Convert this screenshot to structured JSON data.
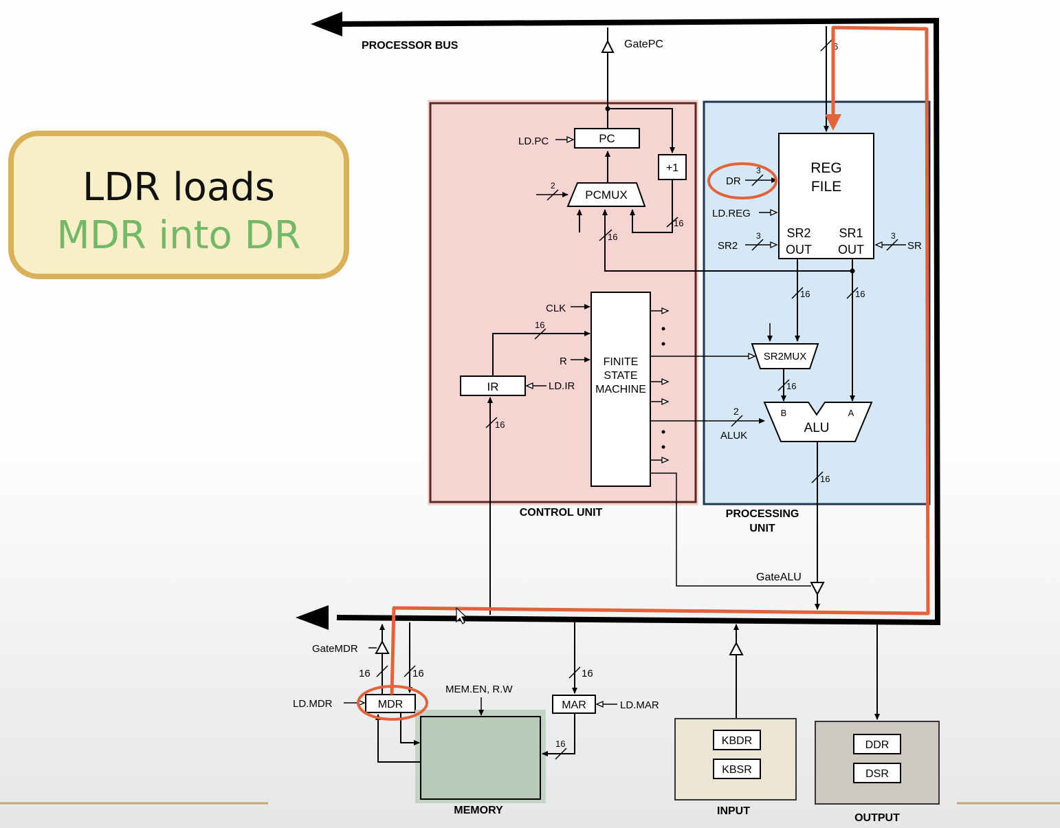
{
  "callout": {
    "line1": "LDR loads",
    "line2": "MDR into DR"
  },
  "colors": {
    "callout_border": "#d8b15a",
    "callout_fill": "#f8efc8",
    "callout_accent": "#74b867",
    "highlight": "#e2623c",
    "control_unit_fill": "#f6d4d2",
    "processing_unit_fill": "#d6e8f6",
    "memory_fill": "#b7cbb9",
    "input_fill": "#eae6d3",
    "output_fill": "#cdc8c0",
    "bus": "#000000"
  },
  "labels": {
    "processor_bus": "PROCESSOR BUS",
    "gate_pc": "GatePC",
    "control_unit": "CONTROL UNIT",
    "processing_unit_1": "PROCESSING",
    "processing_unit_2": "UNIT",
    "memory": "MEMORY",
    "input": "INPUT",
    "output": "OUTPUT",
    "pc": "PC",
    "ld_pc": "LD.PC",
    "plus1": "+1",
    "pcmux": "PCMUX",
    "ir": "IR",
    "ld_ir": "LD.IR",
    "fsm_1": "FINITE",
    "fsm_2": "STATE",
    "fsm_3": "MACHINE",
    "clk": "CLK",
    "r": "R",
    "reg_1": "REG",
    "reg_2": "FILE",
    "dr": "DR",
    "ld_reg": "LD.REG",
    "sr2": "SR2",
    "sr1": "SR",
    "sr2_out_1": "SR2",
    "sr2_out_2": "OUT",
    "sr1_out_1": "SR1",
    "sr1_out_2": "OUT",
    "sr2mux": "SR2MUX",
    "alu": "ALU",
    "alu_a": "A",
    "alu_b": "B",
    "aluk": "ALUK",
    "gate_alu": "GateALU",
    "mdr": "MDR",
    "ld_mdr": "LD.MDR",
    "gate_mdr": "GateMDR",
    "mar": "MAR",
    "ld_mar": "LD.MAR",
    "mem_en": "MEM.EN, R.W",
    "kbdr": "KBDR",
    "kbsr": "KBSR",
    "ddr": "DDR",
    "dsr": "DSR"
  },
  "widths": {
    "w16": "16",
    "w2": "2",
    "w3": "3",
    "w6": "6"
  }
}
